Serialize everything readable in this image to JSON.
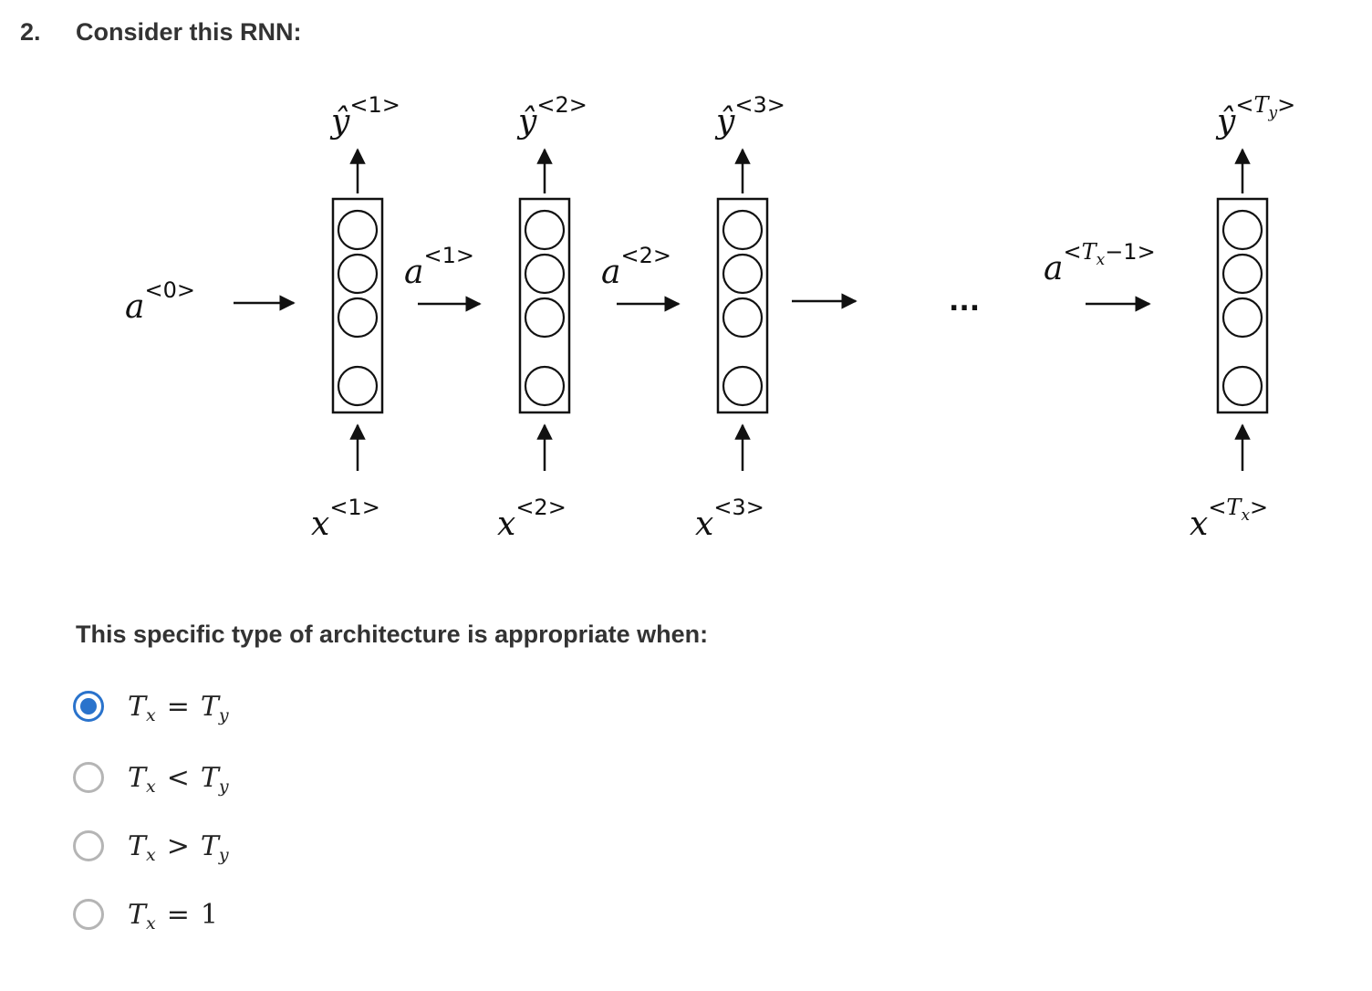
{
  "question": {
    "number": "2.",
    "text": "Consider this RNN:",
    "prompt": "This specific type of architecture is appropriate when:"
  },
  "diagram": {
    "a0": {
      "base": "a",
      "sup": "<0>"
    },
    "ellipsis": "...",
    "time_steps": [
      {
        "output": {
          "base": "ŷ",
          "sup": "<1>"
        },
        "input": {
          "base": "x",
          "sup": "<1>"
        },
        "activation_out": {
          "base": "a",
          "sup": "<1>"
        },
        "units": 4
      },
      {
        "output": {
          "base": "ŷ",
          "sup": "<2>"
        },
        "input": {
          "base": "x",
          "sup": "<2>"
        },
        "activation_out": {
          "base": "a",
          "sup": "<2>"
        },
        "units": 4
      },
      {
        "output": {
          "base": "ŷ",
          "sup": "<3>"
        },
        "input": {
          "base": "x",
          "sup": "<3>"
        },
        "units": 4
      },
      {
        "output": {
          "base": "ŷ",
          "sup_open": "<",
          "sup_var": "T",
          "sup_sub": "y",
          "sup_close": ">"
        },
        "input": {
          "base": "x",
          "sup_open": "<",
          "sup_var": "T",
          "sup_sub": "x",
          "sup_close": ">"
        },
        "activation_in": {
          "base": "a",
          "sup_open": "<",
          "sup_var": "T",
          "sup_sub": "x",
          "sup_rest": "−1>"
        },
        "units": 4
      }
    ]
  },
  "options": [
    {
      "lhs": "T",
      "lhs_sub": "x",
      "op": "=",
      "rhs": "T",
      "rhs_sub": "y",
      "selected": true
    },
    {
      "lhs": "T",
      "lhs_sub": "x",
      "op": "<",
      "rhs": "T",
      "rhs_sub": "y",
      "selected": false
    },
    {
      "lhs": "T",
      "lhs_sub": "x",
      "op": ">",
      "rhs": "T",
      "rhs_sub": "y",
      "selected": false
    },
    {
      "lhs": "T",
      "lhs_sub": "x",
      "op": "=",
      "rhs": "1",
      "rhs_sub": "",
      "selected": false
    }
  ],
  "colors": {
    "accent": "#2a73cc",
    "radio_border": "#b5b5b5",
    "text": "#333333"
  }
}
